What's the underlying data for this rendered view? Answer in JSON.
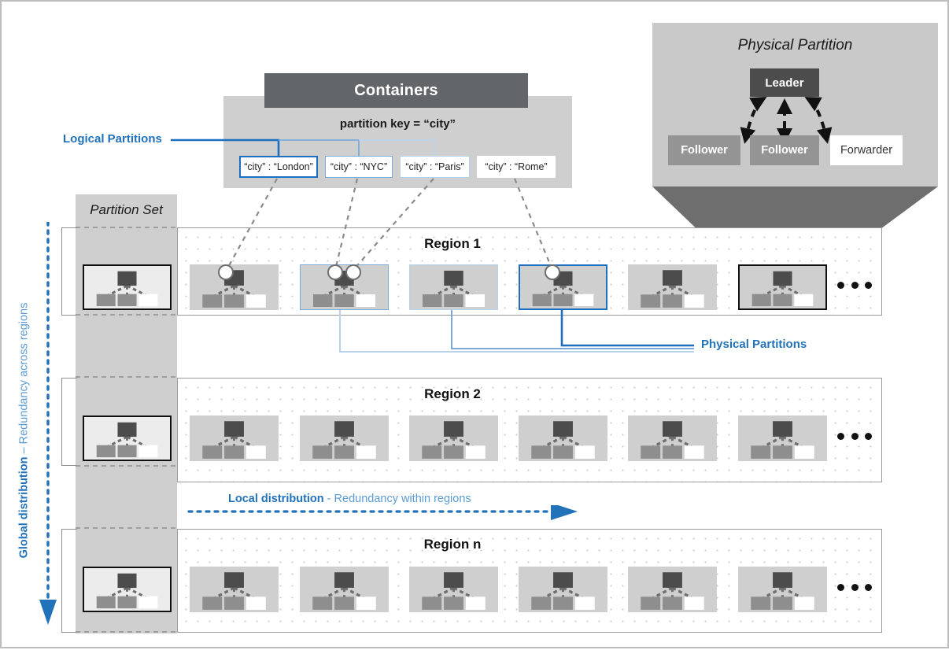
{
  "containers": {
    "header_title": "Containers",
    "partition_key": "partition key = “city”",
    "logical_partitions": [
      {
        "label": "“city” : “London”",
        "emphasis": "strong"
      },
      {
        "label": "“city” : “NYC”",
        "emphasis": "mid"
      },
      {
        "label": "“city” : “Paris”",
        "emphasis": "light"
      },
      {
        "label": "“city” : “Rome”",
        "emphasis": "none"
      }
    ]
  },
  "labels": {
    "logical_partitions": "Logical Partitions",
    "physical_partitions": "Physical Partitions",
    "partition_set": "Partition Set",
    "global_distribution_strong": "Global distribution",
    "global_distribution_soft": "– Redundancy across regions",
    "local_distribution_strong": "Local distribution",
    "local_distribution_soft": "- Redundancy within regions"
  },
  "physical_partition_panel": {
    "title": "Physical Partition",
    "leader": "Leader",
    "replicas": [
      {
        "label": "Follower",
        "style": "gray"
      },
      {
        "label": "Follower",
        "style": "gray"
      },
      {
        "label": "Forwarder",
        "style": "white"
      }
    ]
  },
  "regions": [
    {
      "title": "Region 1",
      "ellipsis": "•••",
      "partitions": [
        {
          "border": "none"
        },
        {
          "border": "mid"
        },
        {
          "border": "light"
        },
        {
          "border": "strong"
        },
        {
          "border": "none"
        },
        {
          "border": "black"
        }
      ]
    },
    {
      "title": "Region 2",
      "ellipsis": "•••",
      "partitions": [
        {
          "border": "none"
        },
        {
          "border": "none"
        },
        {
          "border": "none"
        },
        {
          "border": "none"
        },
        {
          "border": "none"
        },
        {
          "border": "none"
        }
      ]
    },
    {
      "title": "Region n",
      "ellipsis": "•••",
      "partitions": [
        {
          "border": "none"
        },
        {
          "border": "none"
        },
        {
          "border": "none"
        },
        {
          "border": "none"
        },
        {
          "border": "none"
        },
        {
          "border": "none"
        }
      ]
    }
  ],
  "partition_set_items": [
    {
      "region": "Region 1"
    },
    {
      "region": "Region 2"
    },
    {
      "region": "Region n"
    }
  ],
  "colors": {
    "accent_blue": "#2272ba",
    "accent_blue_strong": "#1f6fc0",
    "accent_blue_mid": "#7ba9da",
    "accent_blue_light": "#b9d2ec",
    "header_dark": "#636669",
    "leader_dark": "#4c4c4c",
    "panel_gray": "#c9c9c9",
    "node_gray": "#cfcfcf",
    "replica_gray": "#949494",
    "funnel_gray": "#6e6e6e"
  }
}
